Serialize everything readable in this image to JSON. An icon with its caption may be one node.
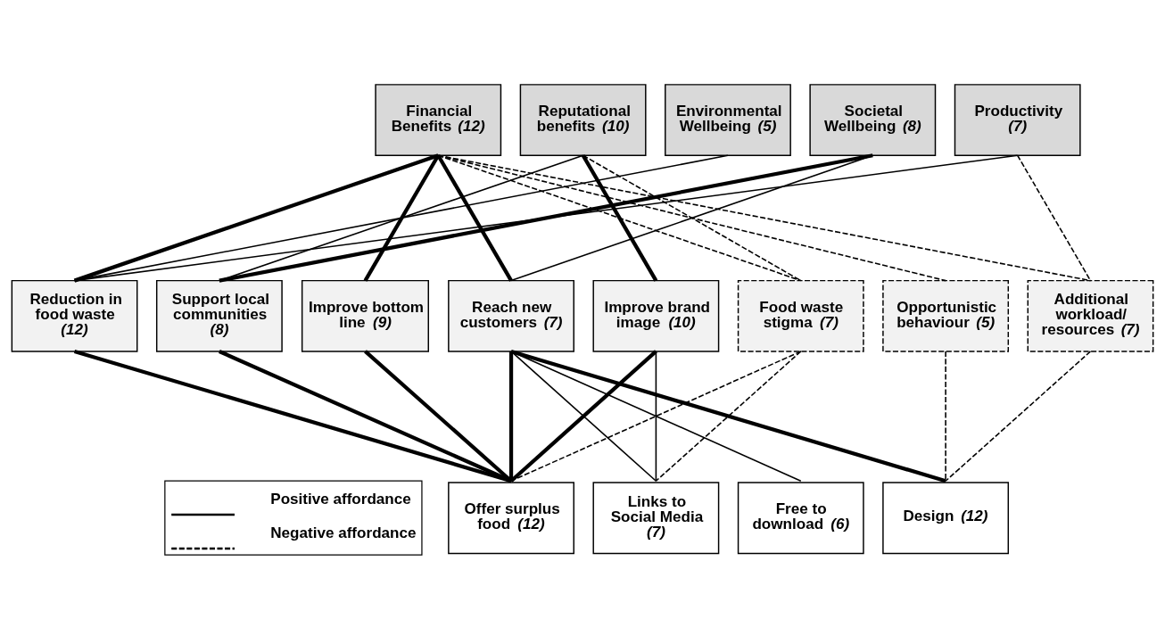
{
  "diagram": {
    "nodes": [
      {
        "text": [
          "Financial Benefits *(12)*"
        ]
      },
      {
        "text": [
          "Reputational benefits *(10)*"
        ]
      },
      {
        "text": [
          "Environmental Wellbeing *(5)*"
        ]
      },
      {
        "text": [
          "Societal Wellbeing *(8)*"
        ]
      },
      {
        "text": [
          "Productivity *(7)*"
        ]
      },
      {
        "text": [
          "Reduction in food waste *(12)*"
        ]
      },
      {
        "text": [
          "Support local communities *(8)*"
        ]
      },
      {
        "text": [
          "Improve bottom line *(9)*"
        ]
      },
      {
        "text": [
          "Reach new customers *(7)*"
        ]
      },
      {
        "text": [
          "Improve brand image *(10)*"
        ]
      },
      {
        "text": [
          "Food waste stigma *(7)*"
        ]
      },
      {
        "text": [
          "Opportunistic behaviour *(5)*"
        ]
      },
      {
        "text": [
          "Additional workload/ resources *(7)*"
        ]
      },
      {
        "text": [
          "Offer surplus food *(12)*"
        ]
      },
      {
        "text": [
          "Links to Social Media *(7)*"
        ]
      },
      {
        "text": [
          "Free to download *(6)*"
        ]
      },
      {
        "text": [
          "Design *(12)*"
        ]
      }
    ],
    "edges": [
      {
        "from": 0,
        "to": 5,
        "arrow": "none",
        "style": "thick"
      },
      {
        "from": 0,
        "to": 7,
        "arrow": "none",
        "style": "thick"
      },
      {
        "from": 0,
        "to": 8,
        "arrow": "none",
        "style": "thick"
      },
      {
        "from": 0,
        "to": 10,
        "arrow": "none",
        "style": "dashed"
      },
      {
        "from": 0,
        "to": 11,
        "arrow": "none",
        "style": "dashed"
      },
      {
        "from": 0,
        "to": 12,
        "arrow": "none",
        "style": "dashed"
      },
      {
        "from": 1,
        "to": 6,
        "arrow": "none"
      },
      {
        "from": 1,
        "to": 9,
        "arrow": "none",
        "style": "thick"
      },
      {
        "from": 1,
        "to": 10,
        "arrow": "none",
        "style": "dashed"
      },
      {
        "from": 2,
        "to": 5,
        "arrow": "none"
      },
      {
        "from": 3,
        "to": 6,
        "arrow": "none",
        "style": "thick"
      },
      {
        "from": 3,
        "to": 8,
        "arrow": "none"
      },
      {
        "from": 4,
        "to": 5,
        "arrow": "none"
      },
      {
        "from": 4,
        "to": 12,
        "arrow": "none",
        "style": "dashed"
      },
      {
        "from": 5,
        "to": 13,
        "arrow": "none",
        "style": "thick"
      },
      {
        "from": 6,
        "to": 13,
        "arrow": "none",
        "style": "thick"
      },
      {
        "from": 7,
        "to": 13,
        "arrow": "none",
        "style": "thick"
      },
      {
        "from": 8,
        "to": 13,
        "arrow": "none",
        "style": "thick"
      },
      {
        "from": 8,
        "to": 14,
        "arrow": "none"
      },
      {
        "from": 8,
        "to": 15,
        "arrow": "none"
      },
      {
        "from": 8,
        "to": 16,
        "arrow": "none",
        "style": "thick"
      },
      {
        "from": 9,
        "to": 13,
        "arrow": "none",
        "style": "thick"
      },
      {
        "from": 9,
        "to": 14,
        "arrow": "none"
      },
      {
        "from": 10,
        "to": 13,
        "arrow": "none",
        "style": "dashed"
      },
      {
        "from": 10,
        "to": 14,
        "arrow": "none",
        "style": "dashed"
      },
      {
        "from": 11,
        "to": 16,
        "arrow": "none",
        "style": "dashed"
      },
      {
        "from": 12,
        "to": 16,
        "arrow": "none",
        "style": "dashed"
      }
    ],
    "legend": [
      {
        "text": "Positive affordance"
      },
      {
        "text": "Negative affordance"
      }
    ]
  }
}
